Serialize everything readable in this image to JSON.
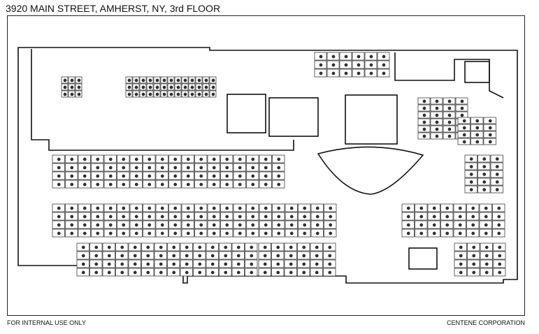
{
  "header": {
    "title": "3920 MAIN STREET, AMHERST, NY, 3rd FLOOR"
  },
  "footer": {
    "left": "FOR INTERNAL USE ONLY",
    "right": "CENTENE CORPORATION"
  }
}
